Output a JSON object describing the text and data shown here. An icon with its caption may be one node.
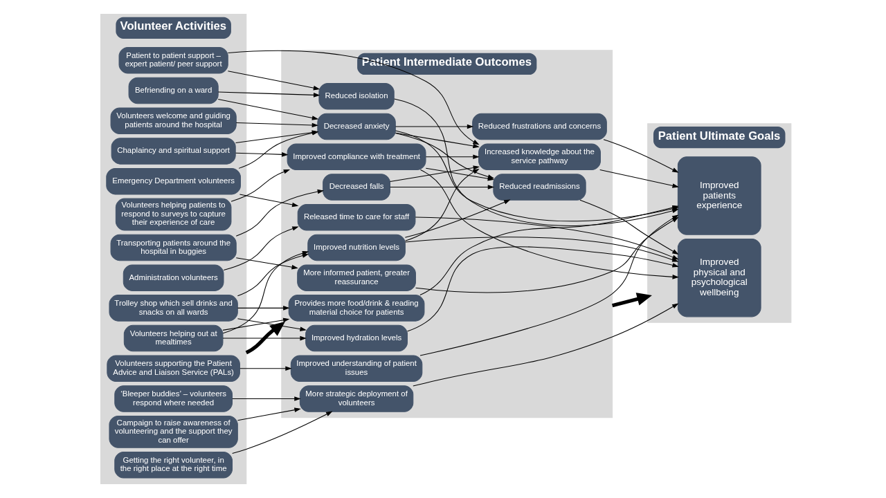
{
  "diagram": {
    "nodes": [
      {
        "text": [
          "Volunteer Activities"
        ]
      },
      {
        "text": [
          "Trolley shop which sell drinks and snacks on all wards"
        ],
        "in": 0
      },
      {
        "text": [
          "Volunteers helping out at mealtimes"
        ],
        "in": 0
      },
      {
        "text": [
          "Volunteers welcome and guiding patients around the hospital"
        ],
        "in": 0
      },
      {
        "text": [
          "Chaplaincy and spiritual support"
        ],
        "in": 0
      },
      {
        "text": [
          "Befriending on a ward"
        ],
        "in": 0
      },
      {
        "text": [
          "Emergency Department volunteers"
        ],
        "in": 0
      },
      {
        "text": [
          "Administration volunteers"
        ],
        "in": 0
      },
      {
        "text": [
          "Volunteers supporting the Patient Advice and Liaison Service (PALs)"
        ],
        "in": 0
      },
      {
        "text": [
          "Volunteers helping patients to respond to surveys to capture their experience of care"
        ],
        "in": 0
      },
      {
        "text": [
          "Patient to patient support – expert patient/ peer support"
        ],
        "in": 0
      },
      {
        "text": [
          "Transporting patients around the hospital in buggies"
        ],
        "in": 0
      },
      {
        "text": [
          "‘Bleeper buddies’ – volunteers respond where needed"
        ],
        "in": 0
      },
      {
        "text": [
          "Campaign to raise awareness of volunteering and the support they can offer"
        ],
        "in": 0
      },
      {
        "text": [
          "Getting the right volunteer, in the right place at the right time"
        ],
        "in": 0
      },
      {
        "text": [
          "Patient Intermediate Outcomes"
        ]
      },
      {
        "text": [
          "Provides more food/drink & reading material choice for patients"
        ],
        "in": 15
      },
      {
        "text": [
          "Improved nutrition levels"
        ],
        "in": 15
      },
      {
        "text": [
          "Improved hydration levels"
        ],
        "in": 15
      },
      {
        "text": [
          "Reduced readmissions"
        ],
        "in": 15
      },
      {
        "text": [
          "Decreased anxiety"
        ],
        "in": 15
      },
      {
        "text": [
          "Reduced frustrations and concerns"
        ],
        "in": 15
      },
      {
        "text": [
          "Released time to care for staff"
        ],
        "in": 15
      },
      {
        "text": [
          "Improved understanding of patient issues"
        ],
        "in": 15
      },
      {
        "text": [
          "Improved compliance with treatment"
        ],
        "in": 15
      },
      {
        "text": [
          "Reduced isolation"
        ],
        "in": 15
      },
      {
        "text": [
          "Increased knowledge about the service pathway"
        ],
        "in": 15
      },
      {
        "text": [
          "Decreased falls"
        ],
        "in": 15
      },
      {
        "text": [
          "More informed patient, greater reassurance"
        ],
        "in": 15
      },
      {
        "text": [
          "More strategic deployment of volunteers"
        ],
        "in": 15
      },
      {
        "text": [
          "Patient Ultimate Goals"
        ]
      },
      {
        "text": [
          "Improved physical and psychological wellbeing"
        ],
        "in": 30
      },
      {
        "text": [
          "Improved patients experience"
        ],
        "in": 30
      }
    ],
    "edges": [
      {
        "from": 0,
        "to": 15,
        "arrow": "to",
        "style": "thick"
      },
      {
        "from": 15,
        "to": 30,
        "arrow": "to",
        "style": "thick"
      },
      {
        "from": 1,
        "to": 16,
        "arrow": "to"
      },
      {
        "from": 1,
        "to": 17,
        "arrow": "to"
      },
      {
        "from": 1,
        "to": 18,
        "arrow": "to"
      },
      {
        "from": 2,
        "to": 16,
        "arrow": "to"
      },
      {
        "from": 2,
        "to": 17,
        "arrow": "to"
      },
      {
        "from": 2,
        "to": 18,
        "arrow": "to"
      },
      {
        "from": 3,
        "to": 20,
        "arrow": "to"
      },
      {
        "from": 4,
        "to": 20,
        "arrow": "to"
      },
      {
        "from": 5,
        "to": 20,
        "arrow": "to"
      },
      {
        "from": 6,
        "to": 20,
        "arrow": "to"
      },
      {
        "from": 5,
        "to": 25,
        "arrow": "to"
      },
      {
        "from": 4,
        "to": 24,
        "arrow": "to"
      },
      {
        "from": 9,
        "to": 24,
        "arrow": "to"
      },
      {
        "from": 6,
        "to": 22,
        "arrow": "to"
      },
      {
        "from": 7,
        "to": 22,
        "arrow": "to"
      },
      {
        "from": 8,
        "to": 23,
        "arrow": "to"
      },
      {
        "from": 10,
        "to": 25,
        "arrow": "to"
      },
      {
        "from": 10,
        "to": 26,
        "arrow": "to"
      },
      {
        "from": 11,
        "to": 27,
        "arrow": "to"
      },
      {
        "from": 11,
        "to": 28,
        "arrow": "to"
      },
      {
        "from": 12,
        "to": 29,
        "arrow": "to"
      },
      {
        "from": 13,
        "to": 29,
        "arrow": "to"
      },
      {
        "from": 14,
        "to": 29,
        "arrow": "to"
      },
      {
        "from": 17,
        "to": 19,
        "arrow": "to"
      },
      {
        "from": 20,
        "to": 19,
        "arrow": "to"
      },
      {
        "from": 24,
        "to": 19,
        "arrow": "to"
      },
      {
        "from": 27,
        "to": 19,
        "arrow": "to"
      },
      {
        "from": 17,
        "to": 26,
        "arrow": "to"
      },
      {
        "from": 20,
        "to": 26,
        "arrow": "to"
      },
      {
        "from": 24,
        "to": 26,
        "arrow": "to"
      },
      {
        "from": 27,
        "to": 26,
        "arrow": "to"
      },
      {
        "from": 20,
        "to": 21,
        "arrow": "to"
      },
      {
        "from": 17,
        "to": 31,
        "arrow": "to"
      },
      {
        "from": 18,
        "to": 31,
        "arrow": "to"
      },
      {
        "from": 19,
        "to": 31,
        "arrow": "to"
      },
      {
        "from": 22,
        "to": 31,
        "arrow": "to"
      },
      {
        "from": 24,
        "to": 31,
        "arrow": "to"
      },
      {
        "from": 29,
        "to": 31,
        "arrow": "to"
      },
      {
        "from": 16,
        "to": 32,
        "arrow": "to"
      },
      {
        "from": 20,
        "to": 32,
        "arrow": "to"
      },
      {
        "from": 21,
        "to": 32,
        "arrow": "to"
      },
      {
        "from": 23,
        "to": 32,
        "arrow": "to"
      },
      {
        "from": 25,
        "to": 32,
        "arrow": "to"
      },
      {
        "from": 26,
        "to": 32,
        "arrow": "to"
      },
      {
        "from": 28,
        "to": 32,
        "arrow": "to"
      }
    ]
  }
}
